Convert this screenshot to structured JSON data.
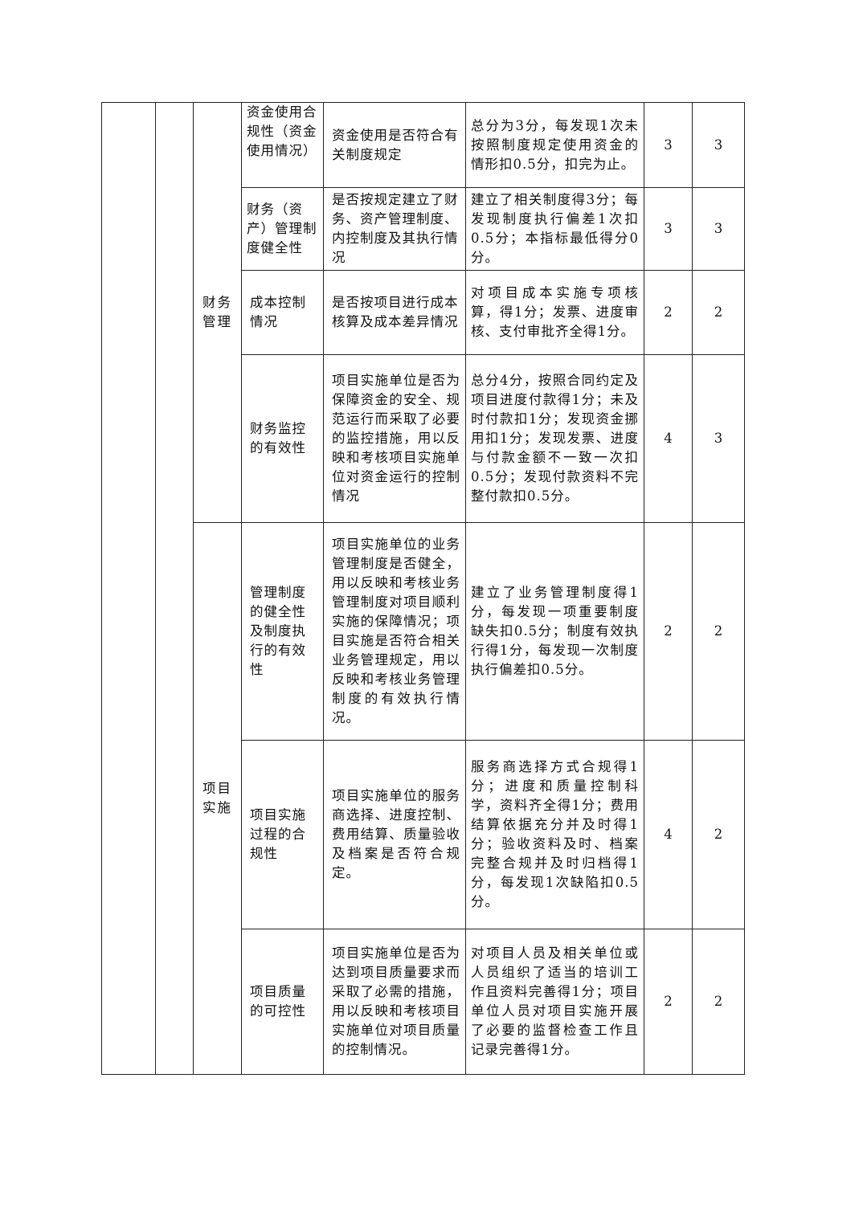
{
  "groups": {
    "finance": "财务管理",
    "implementation": "项目实施"
  },
  "rows": [
    {
      "indicator": "资金使用合规性（资金使用情况）",
      "description": "资金使用是否符合有关制度规定",
      "criteria": "总分为3分，每发现1次未按照制度规定使用资金的情形扣0.5分，扣完为止。",
      "full_score": "3",
      "score": "3"
    },
    {
      "indicator": "财务（资产）管理制度健全性",
      "description": "是否按规定建立了财务、资产管理制度、内控制度及其执行情况",
      "criteria": "建立了相关制度得3分；每发现制度执行偏差1次扣0.5分；本指标最低得分0分。",
      "full_score": "3",
      "score": "3"
    },
    {
      "indicator": "成本控制情况",
      "description": "是否按项目进行成本核算及成本差异情况",
      "criteria": "对项目成本实施专项核算，得1分；发票、进度审核、支付审批齐全得1分。",
      "full_score": "2",
      "score": "2"
    },
    {
      "indicator": "财务监控的有效性",
      "description": "项目实施单位是否为保障资金的安全、规范运行而采取了必要的监控措施，用以反映和考核项目实施单位对资金运行的控制情况",
      "criteria": "总分4分，按照合同约定及项目进度付款得1分；未及时付款扣1分；发现资金挪用扣1分；发现发票、进度与付款金额不一致一次扣0.5分；发现付款资料不完整付款扣0.5分。",
      "full_score": "4",
      "score": "3"
    },
    {
      "indicator": "管理制度的健全性及制度执行的有效性",
      "description": "项目实施单位的业务管理制度是否健全，用以反映和考核业务管理制度对项目顺利实施的保障情况；项目实施是否符合相关业务管理规定，用以反映和考核业务管理制度的有效执行情况。",
      "criteria": "建立了业务管理制度得1分，每发现一项重要制度缺失扣0.5分；制度有效执行得1分，每发现一次制度执行偏差扣0.5分。",
      "full_score": "2",
      "score": "2"
    },
    {
      "indicator": "项目实施过程的合规性",
      "description": "项目实施单位的服务商选择、进度控制、费用结算、质量验收及档案是否符合规定。",
      "criteria": "服务商选择方式合规得1分；进度和质量控制科学，资料齐全得1分；费用结算依据充分并及时得1分；验收资料及时、档案完整合规并及时归档得1分，每发现1次缺陷扣0.5分。",
      "full_score": "4",
      "score": "2"
    },
    {
      "indicator": "项目质量的可控性",
      "description": "项目实施单位是否为达到项目质量要求而采取了必需的措施，用以反映和考核项目实施单位对项目质量的控制情况。",
      "criteria": "对项目人员及相关单位或人员组织了适当的培训工作且资料完善得1分；项目单位人员对项目实施开展了必要的监督检查工作且记录完善得1分。",
      "full_score": "2",
      "score": "2"
    }
  ]
}
